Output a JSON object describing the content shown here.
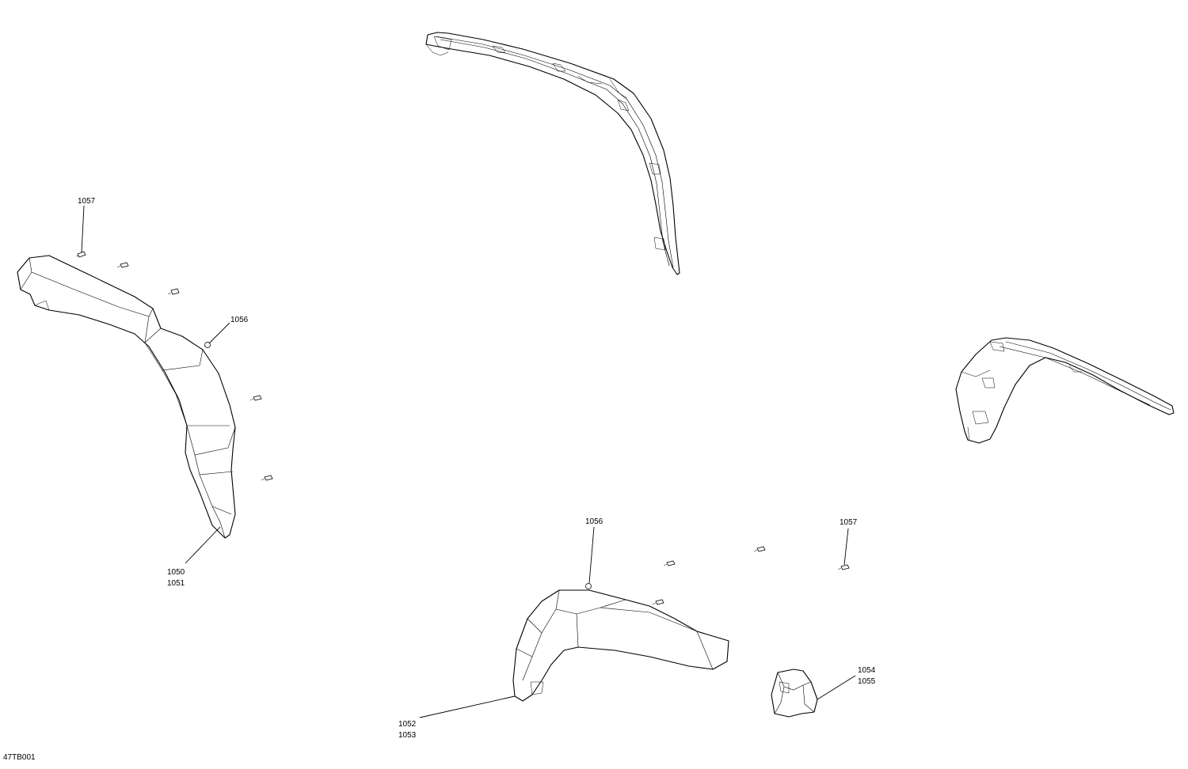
{
  "drawing_code": "47TB001",
  "callouts": [
    {
      "id": "c1057a",
      "lines": [
        "1057"
      ]
    },
    {
      "id": "c1056a",
      "lines": [
        "1056"
      ]
    },
    {
      "id": "c1050",
      "lines": [
        "1050",
        "1051"
      ]
    },
    {
      "id": "c1056b",
      "lines": [
        "1056"
      ]
    },
    {
      "id": "c1057b",
      "lines": [
        "1057"
      ]
    },
    {
      "id": "c1052",
      "lines": [
        "1052",
        "1053"
      ]
    },
    {
      "id": "c1054",
      "lines": [
        "1054",
        "1055"
      ]
    }
  ]
}
